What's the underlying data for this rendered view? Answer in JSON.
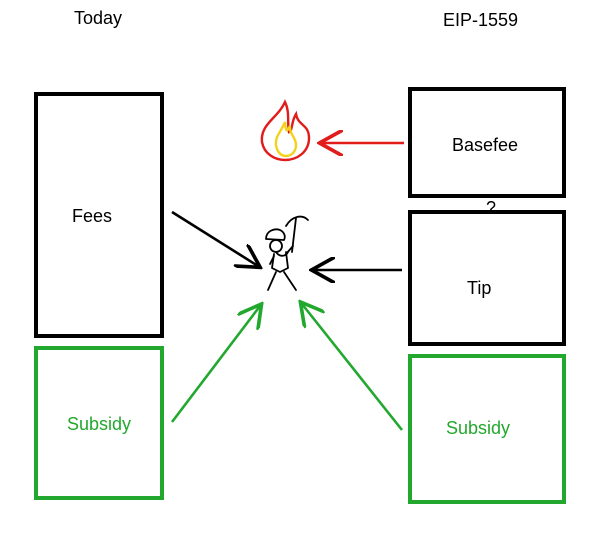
{
  "columns": {
    "left_title": "Today",
    "right_title": "EIP-1559"
  },
  "left": {
    "fees_label": "Fees",
    "subsidy_label": "Subsidy"
  },
  "right": {
    "basefee_label": "Basefee",
    "tip_label": "Tip",
    "subsidy_label": "Subsidy",
    "question_mark": "?"
  },
  "colors": {
    "black": "#000000",
    "green": "#22a82e",
    "red": "#e21b1b",
    "fire_yellow": "#f2d21b"
  },
  "icons": {
    "burn": "fire-icon",
    "recipient": "miner-icon"
  }
}
